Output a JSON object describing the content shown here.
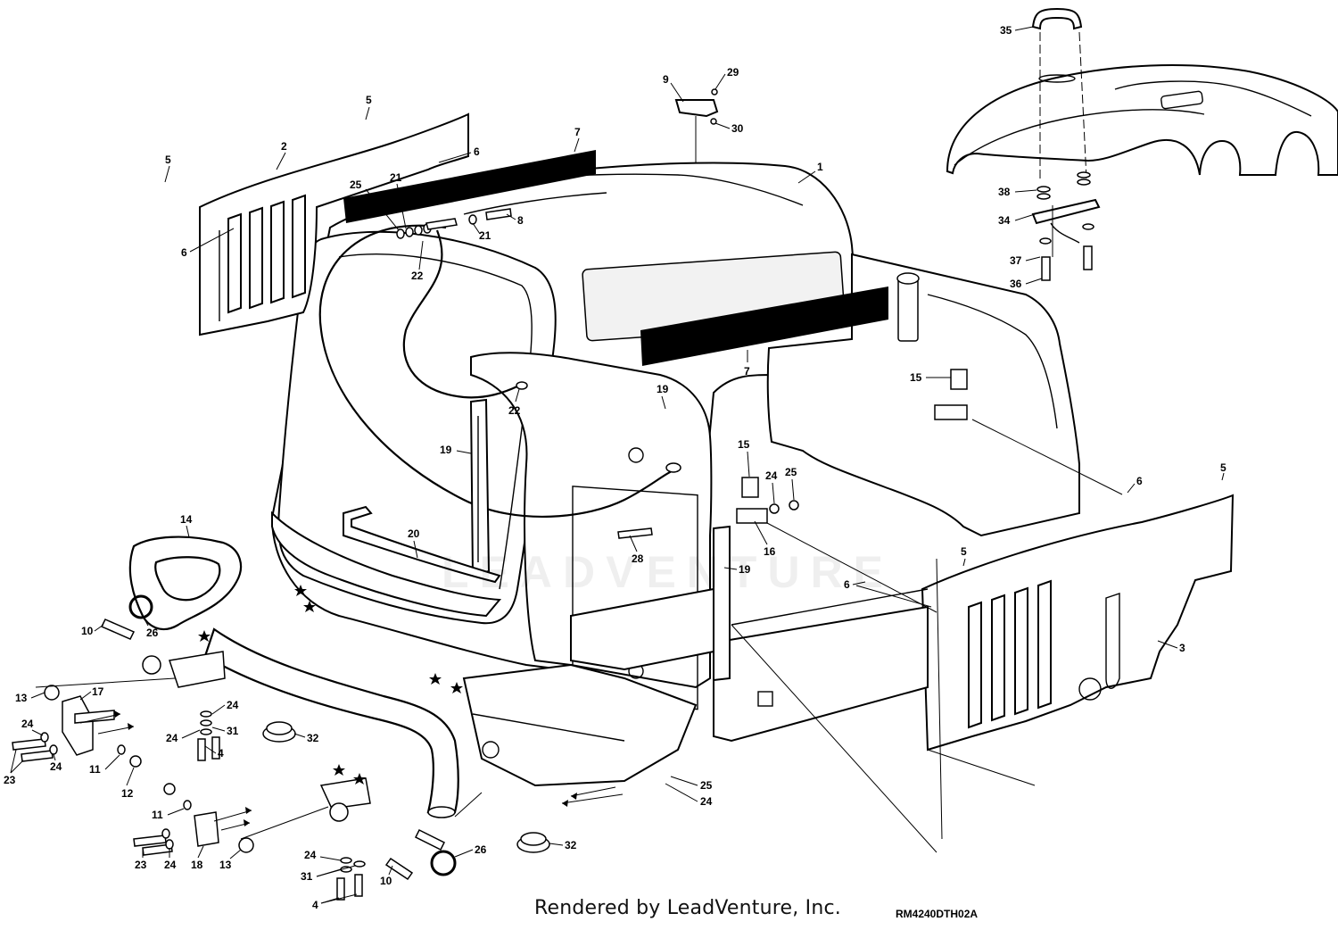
{
  "diagram": {
    "callouts": [
      {
        "id": "c35",
        "label": "35"
      },
      {
        "id": "c29",
        "label": "29"
      },
      {
        "id": "c9",
        "label": "9"
      },
      {
        "id": "c30",
        "label": "30"
      },
      {
        "id": "c1",
        "label": "1"
      },
      {
        "id": "c5a",
        "label": "5"
      },
      {
        "id": "c2",
        "label": "2"
      },
      {
        "id": "c7a",
        "label": "7"
      },
      {
        "id": "c6a",
        "label": "6"
      },
      {
        "id": "c5b",
        "label": "5"
      },
      {
        "id": "c25a",
        "label": "25"
      },
      {
        "id": "c21a",
        "label": "21"
      },
      {
        "id": "c8",
        "label": "8"
      },
      {
        "id": "c21b",
        "label": "21"
      },
      {
        "id": "c6b",
        "label": "6"
      },
      {
        "id": "c22a",
        "label": "22"
      },
      {
        "id": "c38",
        "label": "38"
      },
      {
        "id": "c34",
        "label": "34"
      },
      {
        "id": "c37",
        "label": "37"
      },
      {
        "id": "c36",
        "label": "36"
      },
      {
        "id": "c7b",
        "label": "7"
      },
      {
        "id": "c15a",
        "label": "15"
      },
      {
        "id": "c19a",
        "label": "19"
      },
      {
        "id": "c22b",
        "label": "22"
      },
      {
        "id": "c19b",
        "label": "19"
      },
      {
        "id": "c15b",
        "label": "15"
      },
      {
        "id": "c24a",
        "label": "24"
      },
      {
        "id": "c25b",
        "label": "25"
      },
      {
        "id": "c6c",
        "label": "6"
      },
      {
        "id": "c5c",
        "label": "5"
      },
      {
        "id": "c16",
        "label": "16"
      },
      {
        "id": "c28",
        "label": "28"
      },
      {
        "id": "c20",
        "label": "20"
      },
      {
        "id": "c14",
        "label": "14"
      },
      {
        "id": "c5d",
        "label": "5"
      },
      {
        "id": "c19c",
        "label": "19"
      },
      {
        "id": "c6d",
        "label": "6"
      },
      {
        "id": "c3",
        "label": "3"
      },
      {
        "id": "c10a",
        "label": "10"
      },
      {
        "id": "c26a",
        "label": "26"
      },
      {
        "id": "c13a",
        "label": "13"
      },
      {
        "id": "c17",
        "label": "17"
      },
      {
        "id": "c24b",
        "label": "24"
      },
      {
        "id": "c24c",
        "label": "24"
      },
      {
        "id": "c31a",
        "label": "31"
      },
      {
        "id": "c24d",
        "label": "24"
      },
      {
        "id": "c4a",
        "label": "4"
      },
      {
        "id": "c32a",
        "label": "32"
      },
      {
        "id": "c24e",
        "label": "24"
      },
      {
        "id": "c23a",
        "label": "23"
      },
      {
        "id": "c11a",
        "label": "11"
      },
      {
        "id": "c12",
        "label": "12"
      },
      {
        "id": "c11b",
        "label": "11"
      },
      {
        "id": "c25c",
        "label": "25"
      },
      {
        "id": "c24f",
        "label": "24"
      },
      {
        "id": "c23b",
        "label": "23"
      },
      {
        "id": "c24g",
        "label": "24"
      },
      {
        "id": "c18",
        "label": "18"
      },
      {
        "id": "c13b",
        "label": "13"
      },
      {
        "id": "c26b",
        "label": "26"
      },
      {
        "id": "c32b",
        "label": "32"
      },
      {
        "id": "c24h",
        "label": "24"
      },
      {
        "id": "c31b",
        "label": "31"
      },
      {
        "id": "c10b",
        "label": "10"
      },
      {
        "id": "c4b",
        "label": "4"
      }
    ],
    "watermark": "LEADVENTURE"
  },
  "footer": {
    "rendered_by": "Rendered by LeadVenture, Inc.",
    "drawing_code": "RM4240DTH02A"
  }
}
